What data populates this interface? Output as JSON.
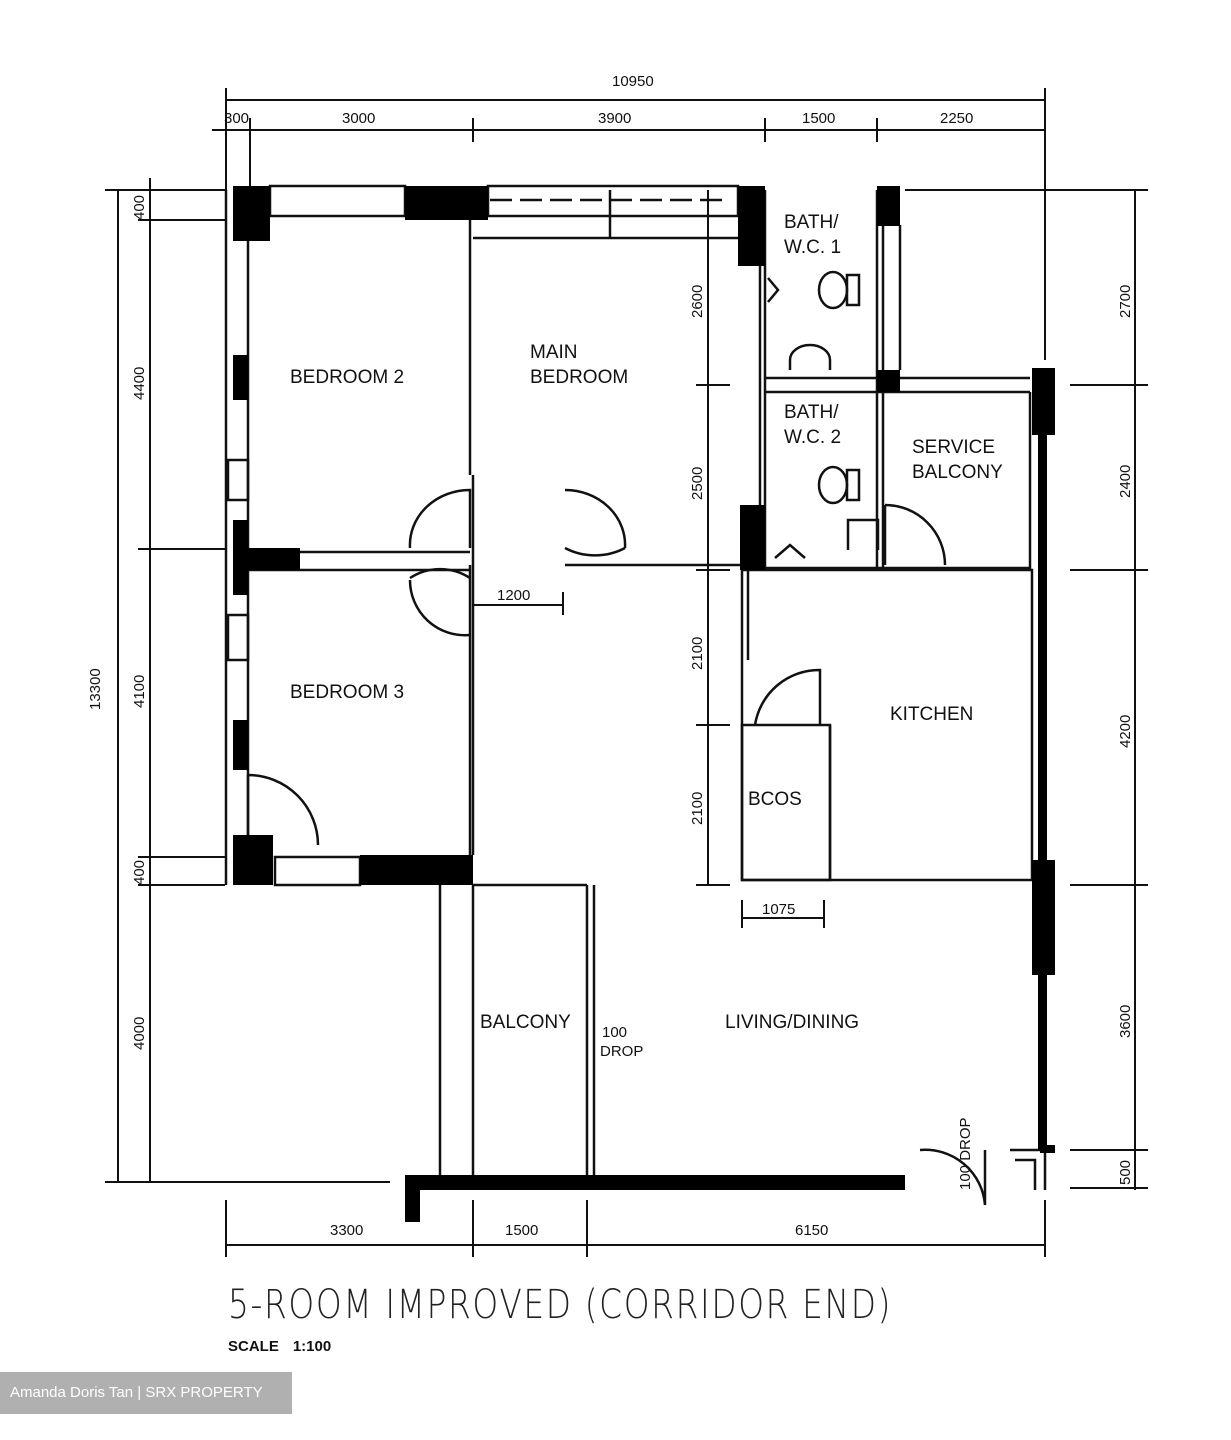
{
  "plan": {
    "title": "5-ROOM IMPROVED (CORRIDOR END)",
    "scale_label": "SCALE",
    "scale_value": "1:100",
    "watermark": "Amanda Doris Tan | SRX PROPERTY",
    "rooms": {
      "bedroom2": "BEDROOM 2",
      "main_bedroom_1": "MAIN",
      "main_bedroom_2": "BEDROOM",
      "bedroom3": "BEDROOM 3",
      "bath1_1": "BATH/",
      "bath1_2": "W.C. 1",
      "bath2_1": "BATH/",
      "bath2_2": "W.C. 2",
      "service_balcony_1": "SERVICE",
      "service_balcony_2": "BALCONY",
      "kitchen": "KITCHEN",
      "store": "BCOS",
      "balcony": "BALCONY",
      "living_dining": "LIVING/DINING",
      "drop_1_a": "100",
      "drop_1_b": "DROP",
      "drop_2": "100 DROP"
    },
    "dimensions": {
      "top_total": "10950",
      "top": [
        "300",
        "3000",
        "3900",
        "1500",
        "2250"
      ],
      "left_total": "13300",
      "left": [
        "400",
        "4400",
        "4100",
        "400",
        "4000"
      ],
      "right": [
        "2700",
        "2400",
        "4200",
        "3600",
        "500"
      ],
      "bottom": [
        "3300",
        "1500",
        "6150"
      ],
      "inner_vertical": [
        "2600",
        "2500",
        "2100",
        "2100"
      ],
      "door_opening": "1200",
      "store_width": "1075"
    }
  }
}
